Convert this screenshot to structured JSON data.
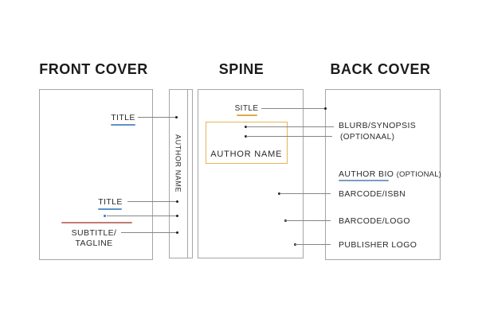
{
  "diagram": {
    "headings": {
      "front_cover": "FRONT COVER",
      "spine": "SPINE",
      "back_cover": "BACK COVER"
    },
    "front_cover": {
      "title_top": "TITLE",
      "title_bottom": "TITLE",
      "subtitle": "SUBTITLE/",
      "tagline": "TAGLINE"
    },
    "spine": {
      "vertical_label": "AUTHOR NAME"
    },
    "front_panel": {
      "title": "SITLE",
      "author_name": "AUTHOR NAME"
    },
    "back_cover": {
      "blurb": "BLURB/SYNOPSIS",
      "blurb_note": "(OPTIONAAL)",
      "author_bio": "AUTHOR BIO",
      "author_bio_note": "(OPTIONAL)",
      "barcode_isbn": "BARCODE/ISBN",
      "barcode_logo": "BARCODE/LOGO",
      "publisher_logo": "PUBLISHER LOGO"
    }
  },
  "colors": {
    "accent_orange": "#e7b459",
    "accent_blue_underline": "#5e93c8",
    "accent_steel_underline": "#7d9cc2",
    "accent_salmon": "#c17d72",
    "accent_blue_dot": "#4574b5",
    "leader_gray": "#868686",
    "border_gray": "#a6a6a6",
    "text_dark": "#222222"
  }
}
